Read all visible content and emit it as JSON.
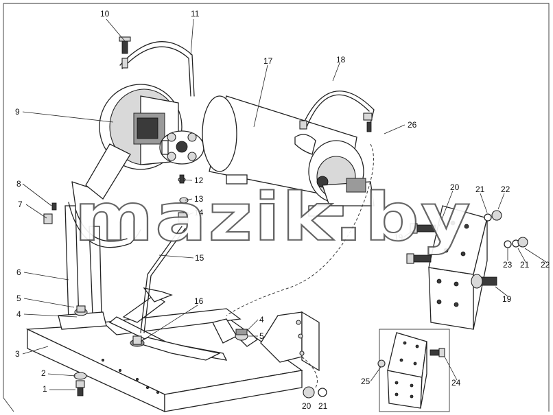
{
  "watermark": "mazik.by",
  "callouts": [
    "1",
    "2",
    "3",
    "4",
    "5",
    "6",
    "7",
    "8",
    "9",
    "10",
    "11",
    "12",
    "13",
    "14",
    "15",
    "16",
    "17",
    "18",
    "19",
    "20",
    "21",
    "22",
    "23",
    "24",
    "25",
    "26"
  ],
  "colors": {
    "line": "#222222",
    "background": "#ffffff",
    "shade": "#d9d9d9",
    "dark": "#3a3a3a"
  }
}
